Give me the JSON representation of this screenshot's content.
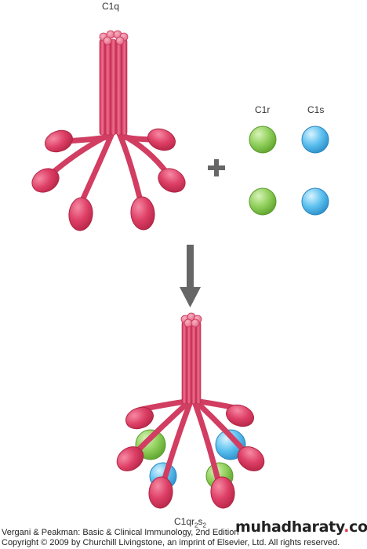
{
  "labels": {
    "c1q": "C1q",
    "c1r": "C1r",
    "c1s": "C1s",
    "complex_prefix": "C1qr",
    "complex_sub1": "2",
    "complex_mid": "s",
    "complex_sub2": "2"
  },
  "caption": {
    "line1": "Vergani & Peakman: Basic & Clinical Immunology, 2nd Edition",
    "line2": "Copyright © 2009 by Churchill Livingstone, an imprint of Elsevier, Ltd. All rights reserved."
  },
  "watermark": {
    "pre": "muhadharaty",
    "dot": ".",
    "post": "com"
  },
  "colors": {
    "stalk": "#e0466a",
    "head": "#d63a5e",
    "c1r": "#8fce5a",
    "c1s": "#5cc0ef",
    "arrow": "#666666",
    "plus": "#666666"
  }
}
